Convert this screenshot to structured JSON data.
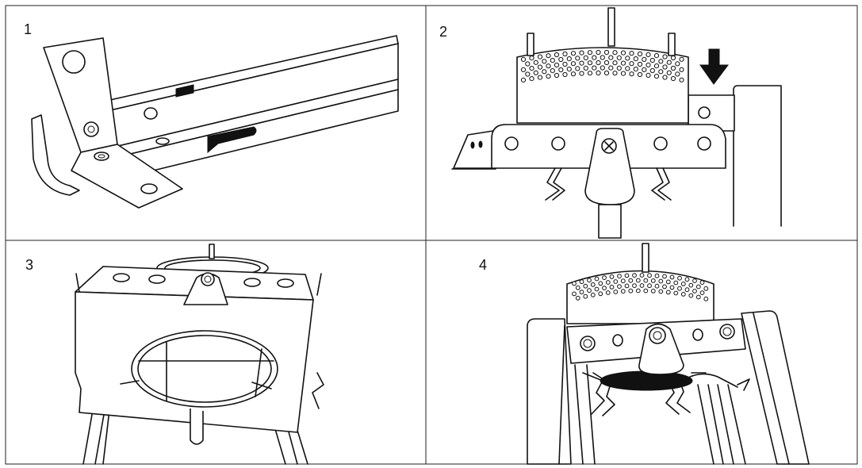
{
  "diagram": {
    "line_color": "#111111",
    "background": "#ffffff",
    "panels": [
      {
        "step": "1"
      },
      {
        "step": "2"
      },
      {
        "step": "3"
      },
      {
        "step": "4"
      }
    ]
  }
}
